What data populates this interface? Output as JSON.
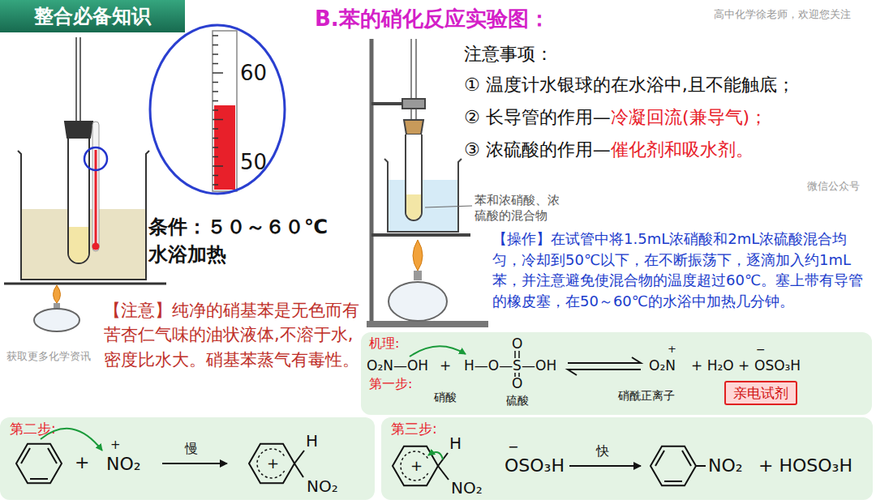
{
  "diagram": {
    "title": "B.苯的硝化反应实验图：",
    "nodes": [
      {
        "text": [
          "整合必备知识"
        ]
      },
      {
        "text": [
          "60",
          "50"
        ]
      },
      {
        "text": [
          "机理:",
          "第一步:"
        ]
      },
      {
        "text": [
          "亲电试剂"
        ],
        "in": 2
      },
      {
        "text": [
          "第二步:"
        ]
      },
      {
        "text": [
          "第三步:"
        ]
      }
    ],
    "labels": [
      "条件：５０～６０℃",
      "水浴加热",
      "注意事项：",
      "① 温度计水银球的在水浴中,且不能触底；",
      "② 长导管的作用—",
      "冷凝回流(兼导气)；",
      "③ 浓硫酸的作用—",
      "催化剂和吸水剂。",
      "苯和浓硝酸、浓硫酸的混合物",
      "【操作】在试管中将1.5mL浓硝酸和2mL浓硫酸混合均匀，冷却到50℃以下，在不断振荡下，逐滴加入约1mL苯，并注意避免使混合物的温度超过60℃。塞上带有导管的橡皮塞，在50～60℃的水浴中加热几分钟。",
      "【注意】纯净的硝基苯是无色而有苦杏仁气味的油状液体,不溶于水,密度比水大。硝基苯蒸气有毒性。",
      "O₂N—OH",
      "+",
      "H—O—",
      "S",
      "—OH",
      "O",
      "O",
      "O₂N",
      "+",
      "+ H₂O +",
      "OSO₃H",
      "−",
      "硝酸",
      "硫酸",
      "硝酰正离子",
      "+",
      "NO₂",
      "+",
      "慢",
      "+",
      "H",
      "NO₂",
      "+",
      "H",
      "NO₂",
      "OSO₃H",
      "−",
      "快",
      "NO₂",
      "+ HOSO₃H",
      "获取更多化学资讯",
      "高中化学徐老师，欢迎您关注",
      "微信公众号"
    ]
  }
}
